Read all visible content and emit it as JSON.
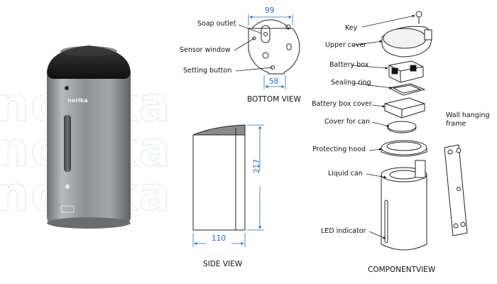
{
  "watermark": {
    "text": "norika"
  },
  "product": {
    "brand": "norika"
  },
  "bottom_view": {
    "title": "BOTTOM VIEW",
    "dim_width": "99",
    "dim_bottom": "58",
    "labels": {
      "soap_outlet": "Soap outlet",
      "sensor_window": "Sensor window",
      "setting_button": "Setting button"
    }
  },
  "side_view": {
    "title": "SIDE VIEW",
    "dim_height": "217",
    "dim_width": "110"
  },
  "component_view": {
    "title": "COMPONENTVIEW",
    "labels": {
      "key": "Key",
      "upper_cover": "Upper cover",
      "battery_box": "Battery box",
      "sealing_ring": "Sealing ring",
      "battery_box_cover": "Battery box cover",
      "cover_for_can": "Cover for can",
      "protecting_hood": "Protecting hood",
      "liquid_can": "Liquid can",
      "led_indicator": "LED indicator",
      "wall_hanging_frame_line1": "Wall hanging",
      "wall_hanging_frame_line2": "frame"
    }
  },
  "colors": {
    "dimension": "#1b6fc0",
    "line": "#222222",
    "watermark": "#dbe6ee"
  }
}
